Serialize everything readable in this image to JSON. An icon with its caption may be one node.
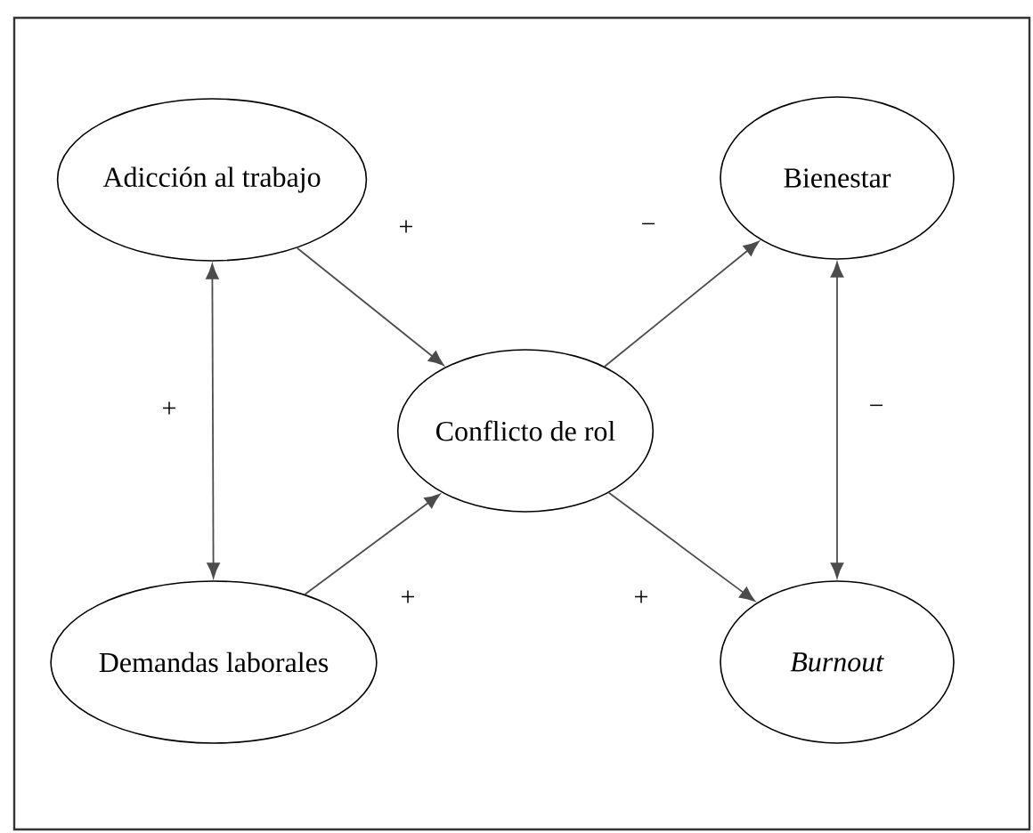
{
  "diagram": {
    "nodes": [
      {
        "text": [
          "Adicción al trabajo"
        ]
      },
      {
        "text": [
          "Bienestar"
        ]
      },
      {
        "text": [
          "Conflicto de rol"
        ]
      },
      {
        "text": [
          "Demandas laborales"
        ]
      },
      {
        "text": [
          "*Burnout*"
        ]
      }
    ],
    "edges": [
      {
        "from": 0,
        "to": 2,
        "arrow": "to",
        "label": "+"
      },
      {
        "from": 2,
        "to": 1,
        "arrow": "to",
        "label": "−"
      },
      {
        "from": 0,
        "to": 3,
        "arrow": "both",
        "label": "+"
      },
      {
        "from": 1,
        "to": 4,
        "arrow": "both",
        "label": "−"
      },
      {
        "from": 3,
        "to": 2,
        "arrow": "to",
        "label": "+"
      },
      {
        "from": 2,
        "to": 4,
        "arrow": "to",
        "label": "+"
      }
    ]
  }
}
